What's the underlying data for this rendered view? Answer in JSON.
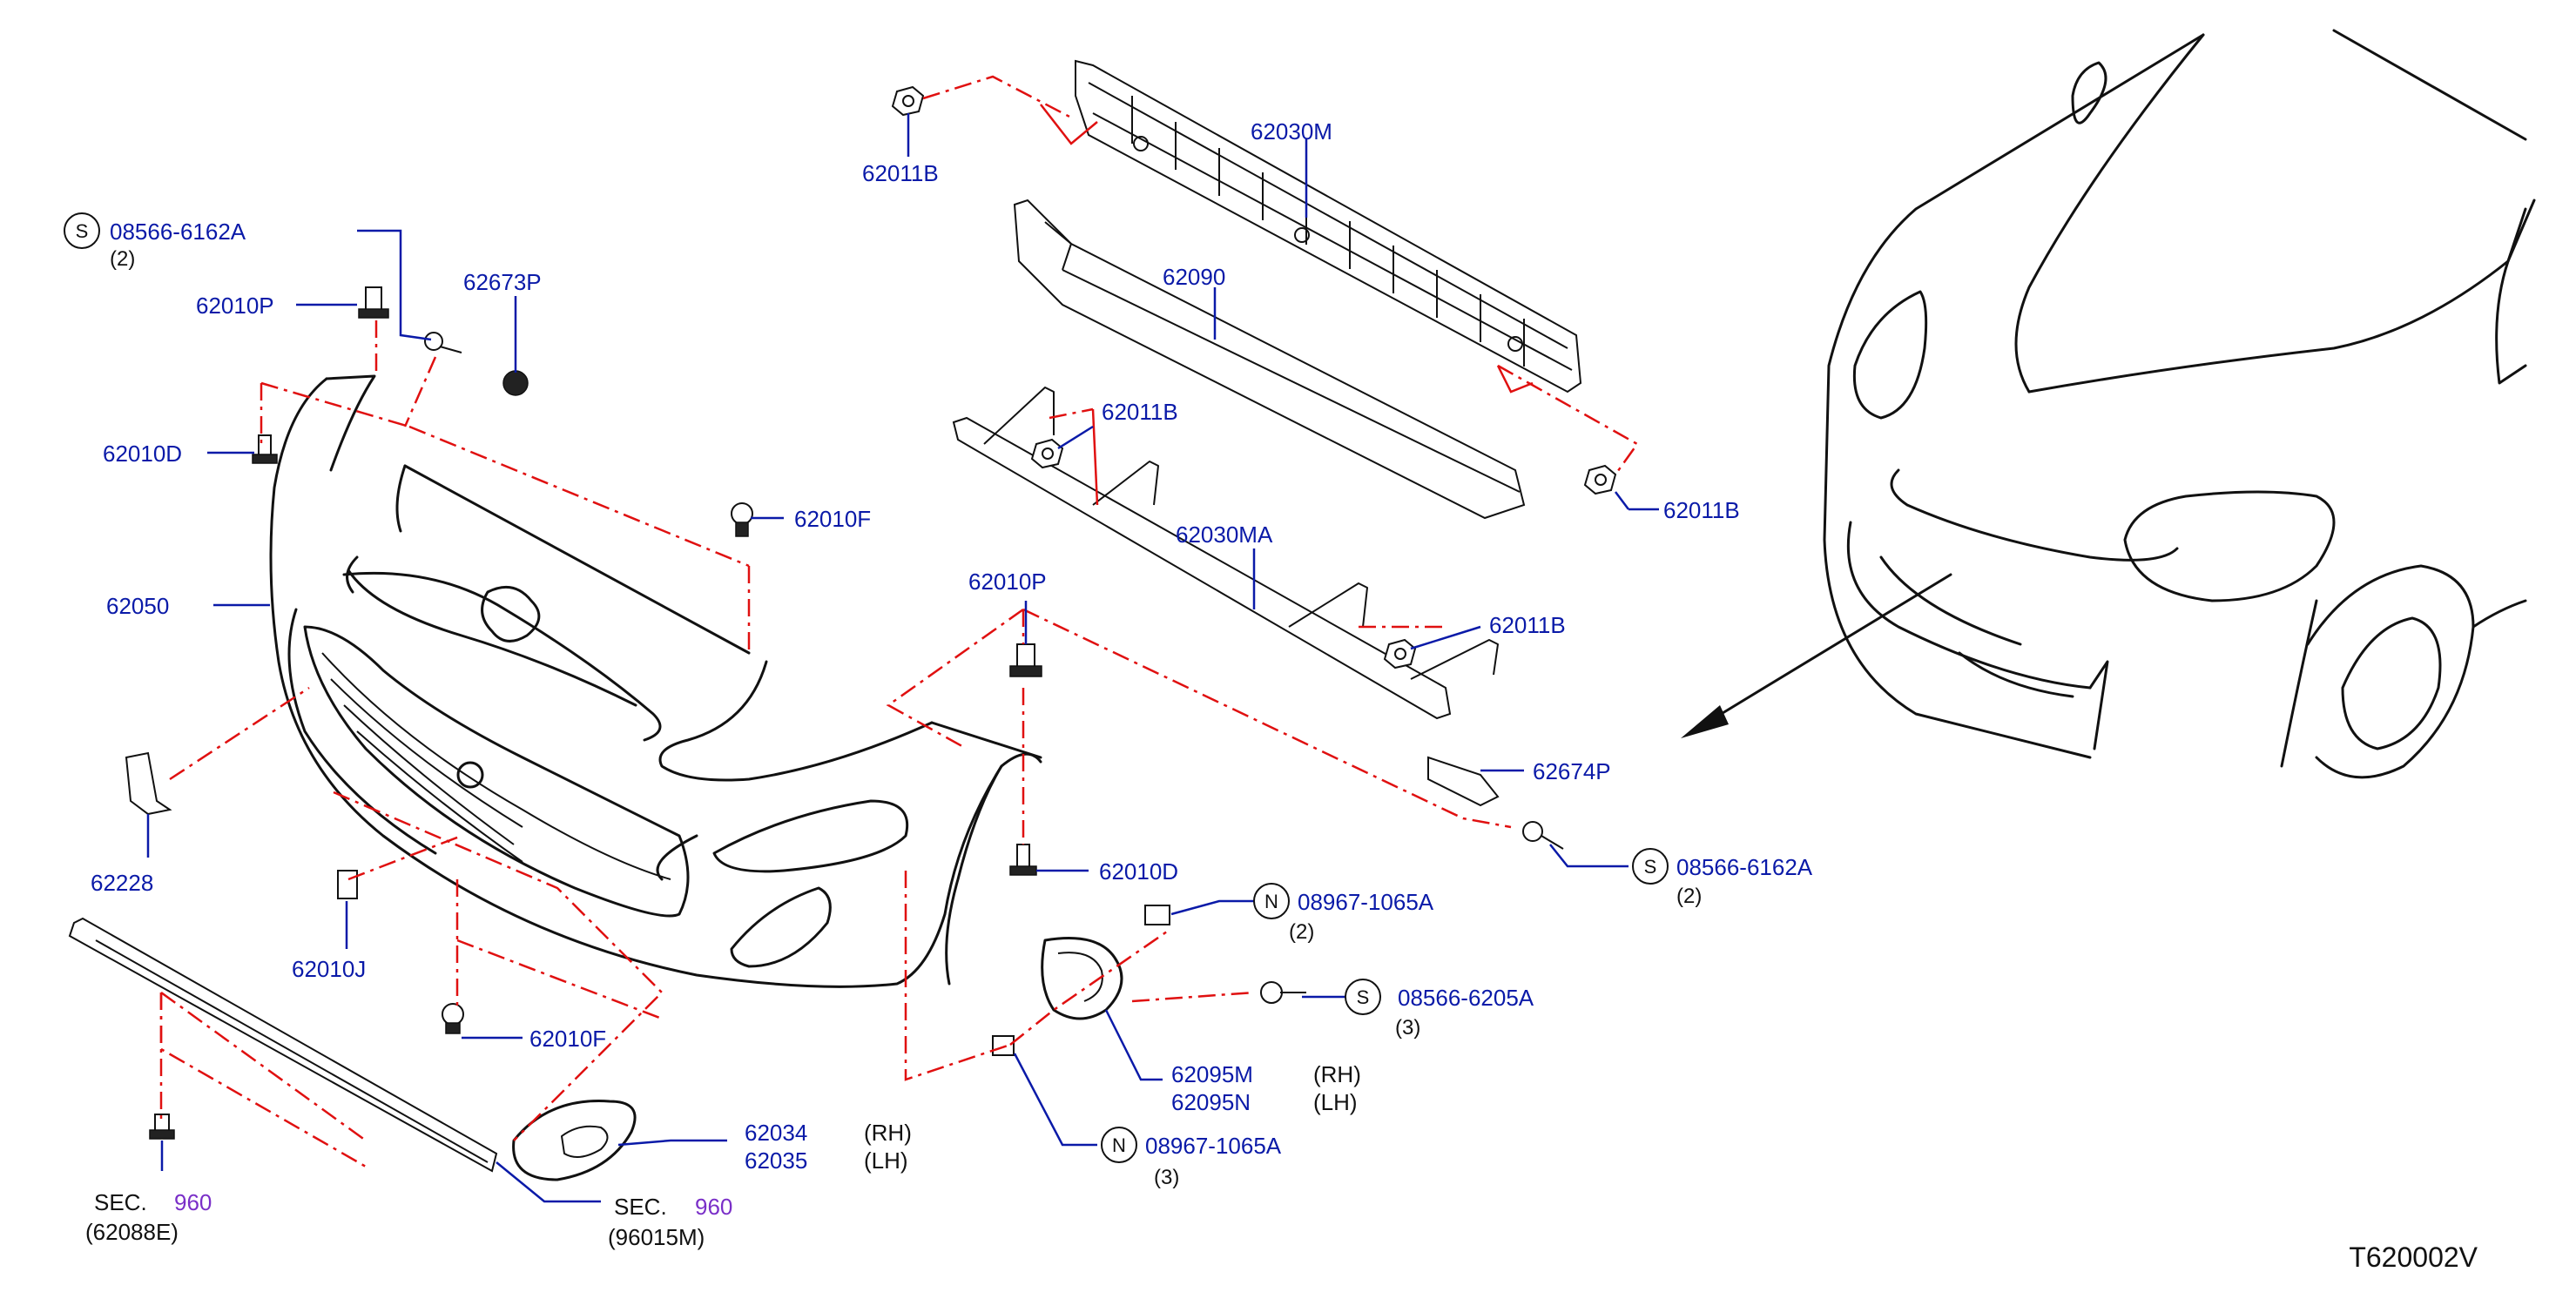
{
  "diagram_code": "T620002V",
  "symbols": {
    "S": "S",
    "N": "N"
  },
  "parts": {
    "p62011B_top": "62011B",
    "p62030M": "62030M",
    "p62090": "62090",
    "p62011B_mid": "62011B",
    "p62011B_right": "62011B",
    "p62030MA": "62030MA",
    "p62011B_low": "62011B",
    "p08566_6162A_top": "08566-6162A",
    "q08566_6162A_top": "(2)",
    "p62010P_left": "62010P",
    "p62673P": "62673P",
    "p62010D_left": "62010D",
    "p62010F_top": "62010F",
    "p62050": "62050",
    "p62010P_mid": "62010P",
    "p62674P": "62674P",
    "p08566_6162A_right": "08566-6162A",
    "q08566_6162A_right": "(2)",
    "p62228": "62228",
    "p62010D_mid": "62010D",
    "p08967_1065A_top": "08967-1065A",
    "q08967_1065A_top": "(2)",
    "p62010J": "62010J",
    "p08566_6205A": "08566-6205A",
    "q08566_6205A": "(3)",
    "p62010F_low": "62010F",
    "p62095M": "62095M",
    "p62095N": "62095N",
    "rh_62095": "(RH)",
    "lh_62095": "(LH)",
    "p62034": "62034",
    "p62035": "62035",
    "rh_62034": "(RH)",
    "lh_62035": "(LH)",
    "p08967_1065A_low": "08967-1065A",
    "q08967_1065A_low": "(3)"
  },
  "sections": {
    "sec_left_label": "SEC.",
    "sec_left_num": "960",
    "sec_left_ref": "(62088E)",
    "sec_right_label": "SEC.",
    "sec_right_num": "960",
    "sec_right_ref": "(96015M)"
  },
  "colors": {
    "part_number": "#0a1aa8",
    "dash_line": "#e01010",
    "section_number": "#7a2fc8",
    "line_art": "#111111"
  }
}
